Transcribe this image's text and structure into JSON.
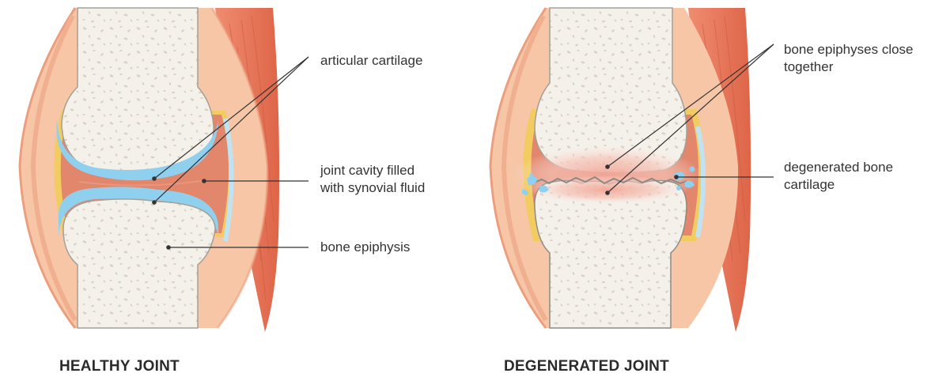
{
  "healthy": {
    "title": "HEALTHY JOINT",
    "labels": {
      "articular_cartilage": "articular cartilage",
      "joint_cavity": "joint cavity filled\nwith synovial fluid",
      "bone_epiphysis": "bone epiphysis"
    }
  },
  "degenerated": {
    "title": "DEGENERATED JOINT",
    "labels": {
      "epiphyses_close": "bone epiphyses close\ntogether",
      "degenerated_cartilage": "degenerated bone\ncartilage"
    }
  },
  "colors": {
    "bone": "#f4f1ea",
    "bone_outline": "#8e8a83",
    "bone_texture": "#d9d1c4",
    "cartilage": "#8fd0ee",
    "synovial": "#e2866c",
    "capsule_yellow": "#f2cc60",
    "muscle": "#e8765a",
    "skin": "#f6c6a6",
    "leader": "#333333"
  }
}
